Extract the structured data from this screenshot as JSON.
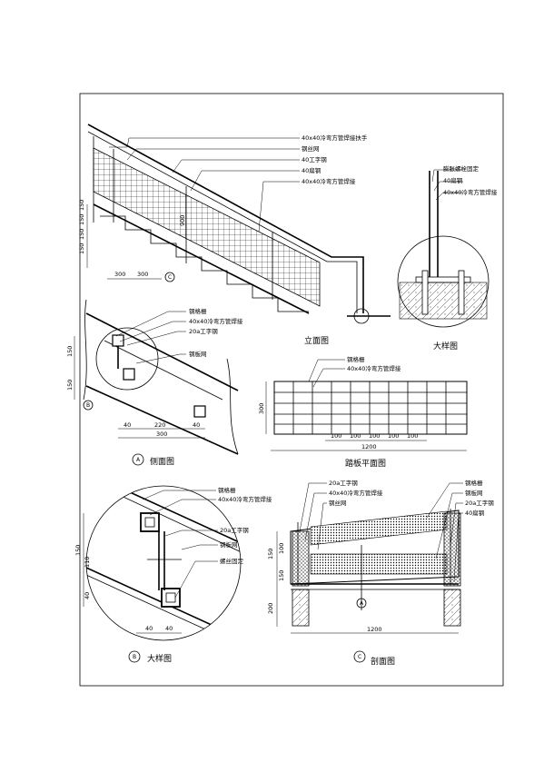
{
  "elevation": {
    "labels": [
      "40x40冷弯方管焊接扶手",
      "钢丝网",
      "40工字钢",
      "40扁钢",
      "40x40冷弯方管焊接"
    ],
    "dims_bottom": [
      "300",
      "300"
    ],
    "dims_left": [
      "150",
      "150",
      "150",
      "150"
    ],
    "dim_height": "900",
    "callout_c": "C",
    "title": "立面图"
  },
  "detail_top": {
    "labels": [
      "膨胀螺栓固定",
      "40扁钢",
      "40x40冷弯方管焊接"
    ],
    "title": "大样图"
  },
  "side": {
    "labels": [
      "钢格栅",
      "40x40冷弯方管焊接",
      "20a工字钢",
      "钢板网"
    ],
    "dims_left": [
      "150",
      "150"
    ],
    "dims_bottom": [
      "40",
      "220",
      "40"
    ],
    "dim_total": "300",
    "callout_b": "B",
    "circle_a": "A",
    "title": "侧面图"
  },
  "tread_plan": {
    "labels": [
      "钢格栅",
      "40x40冷弯方管焊接"
    ],
    "dim_left": "300",
    "dims_bottom": [
      "100",
      "100",
      "100",
      "100",
      "100"
    ],
    "dim_total": "1200",
    "title": "踏板平面图"
  },
  "detail_b": {
    "labels": [
      "钢格栅",
      "40x40冷弯方管焊接",
      "20a工字钢",
      "钢板网",
      "螺丝固定"
    ],
    "dims_left": [
      "150",
      "110",
      "40"
    ],
    "dims_bottom": [
      "40",
      "40"
    ],
    "circle_b": "B",
    "title": "大样图"
  },
  "section": {
    "labels_left": [
      "20a工字钢",
      "40x40冷弯方管焊接",
      "钢丝网"
    ],
    "labels_right": [
      "钢格栅",
      "钢板网",
      "20a工字钢",
      "40扁钢"
    ],
    "dims_left": [
      "150",
      "100",
      "150",
      "200"
    ],
    "dim_bottom": "1200",
    "marker_a": "A",
    "circle_c": "C",
    "title": "剖面图"
  }
}
